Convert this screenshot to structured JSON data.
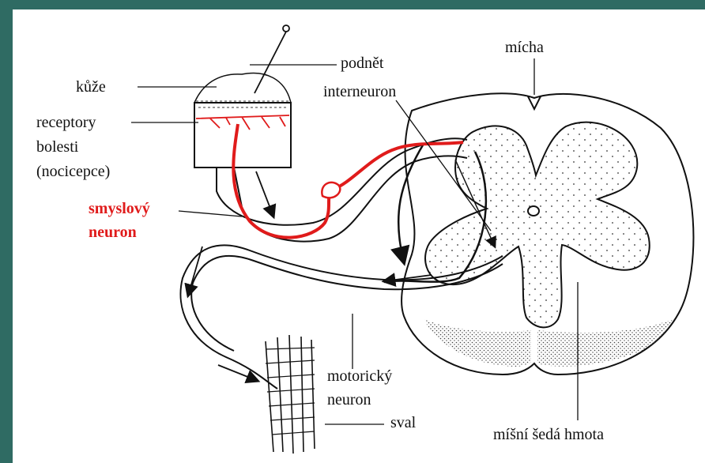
{
  "labels": {
    "skin": "kůže",
    "stimulus": "podnět",
    "pain_receptors_1": "receptory",
    "pain_receptors_2": "bolesti",
    "pain_receptors_3": "(nocicepce)",
    "sensory_neuron_1": "smyslový",
    "sensory_neuron_2": "neuron",
    "spinal_cord": "mícha",
    "interneuron": "interneuron",
    "motor_neuron_1": "motorický",
    "motor_neuron_2": "neuron",
    "muscle": "sval",
    "grey_matter": "míšní šedá hmota"
  },
  "colors": {
    "background": "#2f6b63",
    "sensory_neuron": "#e01b1b",
    "ink": "#111111"
  }
}
